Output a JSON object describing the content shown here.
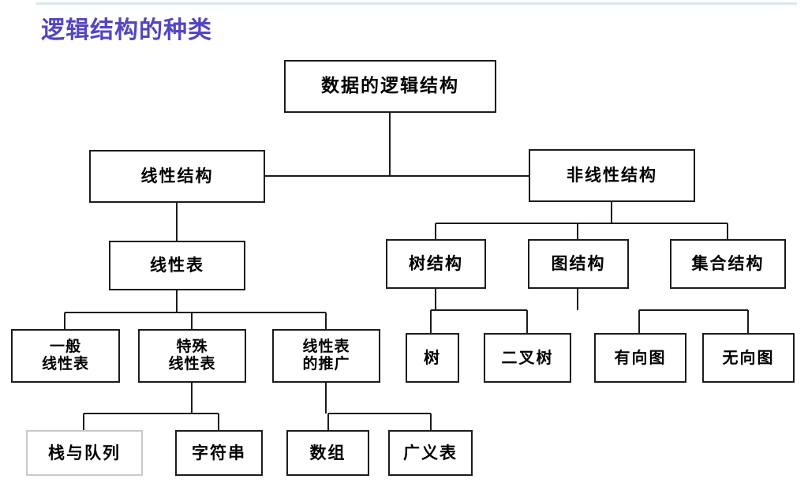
{
  "slide": {
    "title": "逻辑结构的种类",
    "title_color": "#5346c0",
    "rule_color": "#d6e8ea",
    "background": "#ffffff"
  },
  "diagram": {
    "type": "tree-hierarchy",
    "root": "数据的逻辑结构",
    "nodes": {
      "root": {
        "label": "数据的逻辑结构"
      },
      "linear": {
        "label": "线性结构"
      },
      "nonlinear": {
        "label": "非线性结构"
      },
      "linear_list": {
        "label": "线性表"
      },
      "tree_struct": {
        "label": "树结构"
      },
      "graph_struct": {
        "label": "图结构"
      },
      "set_struct": {
        "label": "集合结构"
      },
      "general_list": {
        "line1": "一般",
        "line2": "线性表"
      },
      "special_list": {
        "line1": "特殊",
        "line2": "线性表"
      },
      "extended_list": {
        "line1": "线性表",
        "line2": "的推广"
      },
      "tree": {
        "label": "树"
      },
      "binary_tree": {
        "label": "二叉树"
      },
      "digraph": {
        "label": "有向图"
      },
      "undigraph": {
        "label": "无向图"
      },
      "stack_queue": {
        "label": "栈与队列"
      },
      "string": {
        "label": "字符串"
      },
      "array": {
        "label": "数组"
      },
      "generalized_list": {
        "label": "广义表"
      }
    },
    "edges": [
      [
        "root",
        "linear"
      ],
      [
        "root",
        "nonlinear"
      ],
      [
        "linear",
        "linear_list"
      ],
      [
        "nonlinear",
        "tree_struct"
      ],
      [
        "nonlinear",
        "graph_struct"
      ],
      [
        "nonlinear",
        "set_struct"
      ],
      [
        "linear_list",
        "general_list"
      ],
      [
        "linear_list",
        "special_list"
      ],
      [
        "linear_list",
        "extended_list"
      ],
      [
        "tree_struct",
        "tree"
      ],
      [
        "tree_struct",
        "binary_tree"
      ],
      [
        "graph_struct",
        "digraph"
      ],
      [
        "graph_struct",
        "undigraph"
      ],
      [
        "special_list",
        "stack_queue"
      ],
      [
        "special_list",
        "string"
      ],
      [
        "extended_list",
        "array"
      ],
      [
        "extended_list",
        "generalized_list"
      ]
    ]
  }
}
